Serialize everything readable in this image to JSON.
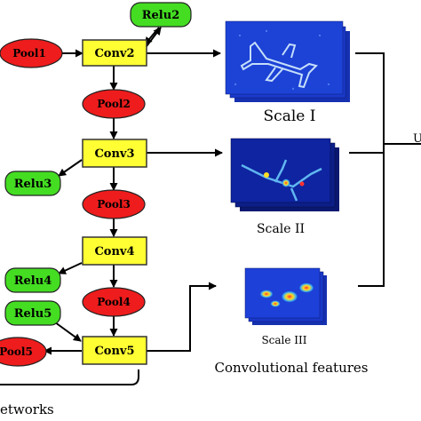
{
  "nodes": {
    "relu2": "Relu2",
    "pool1": "Pool1",
    "conv2": "Conv2",
    "pool2": "Pool2",
    "conv3": "Conv3",
    "relu3": "Relu3",
    "pool3": "Pool3",
    "conv4": "Conv4",
    "relu4": "Relu4",
    "pool4": "Pool4",
    "relu5": "Relu5",
    "conv5": "Conv5",
    "pool5": "Pool5"
  },
  "captions": {
    "scale1": "Scale I",
    "scale2": "Scale II",
    "scale3": "Scale III",
    "conv_features": "Convolutional features",
    "networks_fragment": "etworks",
    "right_fragment": "U"
  },
  "colors": {
    "conv_fill": "#ffff33",
    "pool_fill": "#ee1c1c",
    "relu_fill": "#44dd22",
    "feature_map_blue": "#1530b0"
  }
}
